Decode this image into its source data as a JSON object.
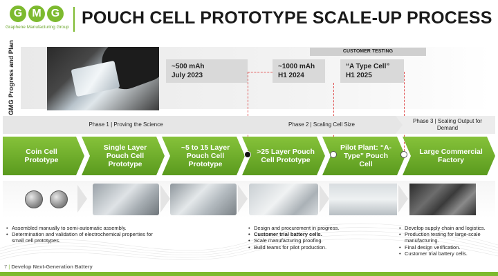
{
  "header": {
    "logo_letters": [
      "G",
      "M",
      "G"
    ],
    "logo_subtitle": "Graphene Manufacturing Group",
    "title": "POUCH CELL PROTOTYPE SCALE-UP PROCESS"
  },
  "progress": {
    "label": "GMG Progress and Plan",
    "customer_testing": "CUSTOMER TESTING",
    "milestones": [
      {
        "line1": "~500 mAh",
        "line2": "July 2023"
      },
      {
        "line1": "~1000 mAh",
        "line2": "H1 2024"
      },
      {
        "line1": "“A Type Cell”",
        "line2": "H1 2025"
      }
    ]
  },
  "phases": [
    "Phase 1 | Proving the Science",
    "Phase 2 | Scaling Cell Size",
    "Phase 3 | Scaling Output for Demand"
  ],
  "steps": [
    "Coin Cell Prototype",
    "Single Layer Pouch Cell Prototype",
    "~5 to 15 Layer Pouch Cell Prototype",
    ">25 Layer Pouch Cell Prototype",
    "Pilot Plant: “A-Type” Pouch Cell",
    "Large Commercial Factory"
  ],
  "bullets": {
    "phase1": [
      "Assembled manually to semi-automatic assembly.",
      "Determination and validation of electrochemical properties for small cell prototypes."
    ],
    "phase2": [
      "Design and procurement in progress.",
      "Customer trial battery cells.",
      "Scale manufacturing proofing.",
      "Build teams for pilot production."
    ],
    "phase3": [
      "Develop supply chain and logistics.",
      "Production testing for large-scale manufacturing.",
      "Final design verification.",
      "Customer trial battery cells."
    ]
  },
  "footer": {
    "page": "7",
    "text": "Develop Next-Generation Battery"
  },
  "colors": {
    "accent_green": "#7dba2f",
    "dashed_line": "#e05050"
  }
}
